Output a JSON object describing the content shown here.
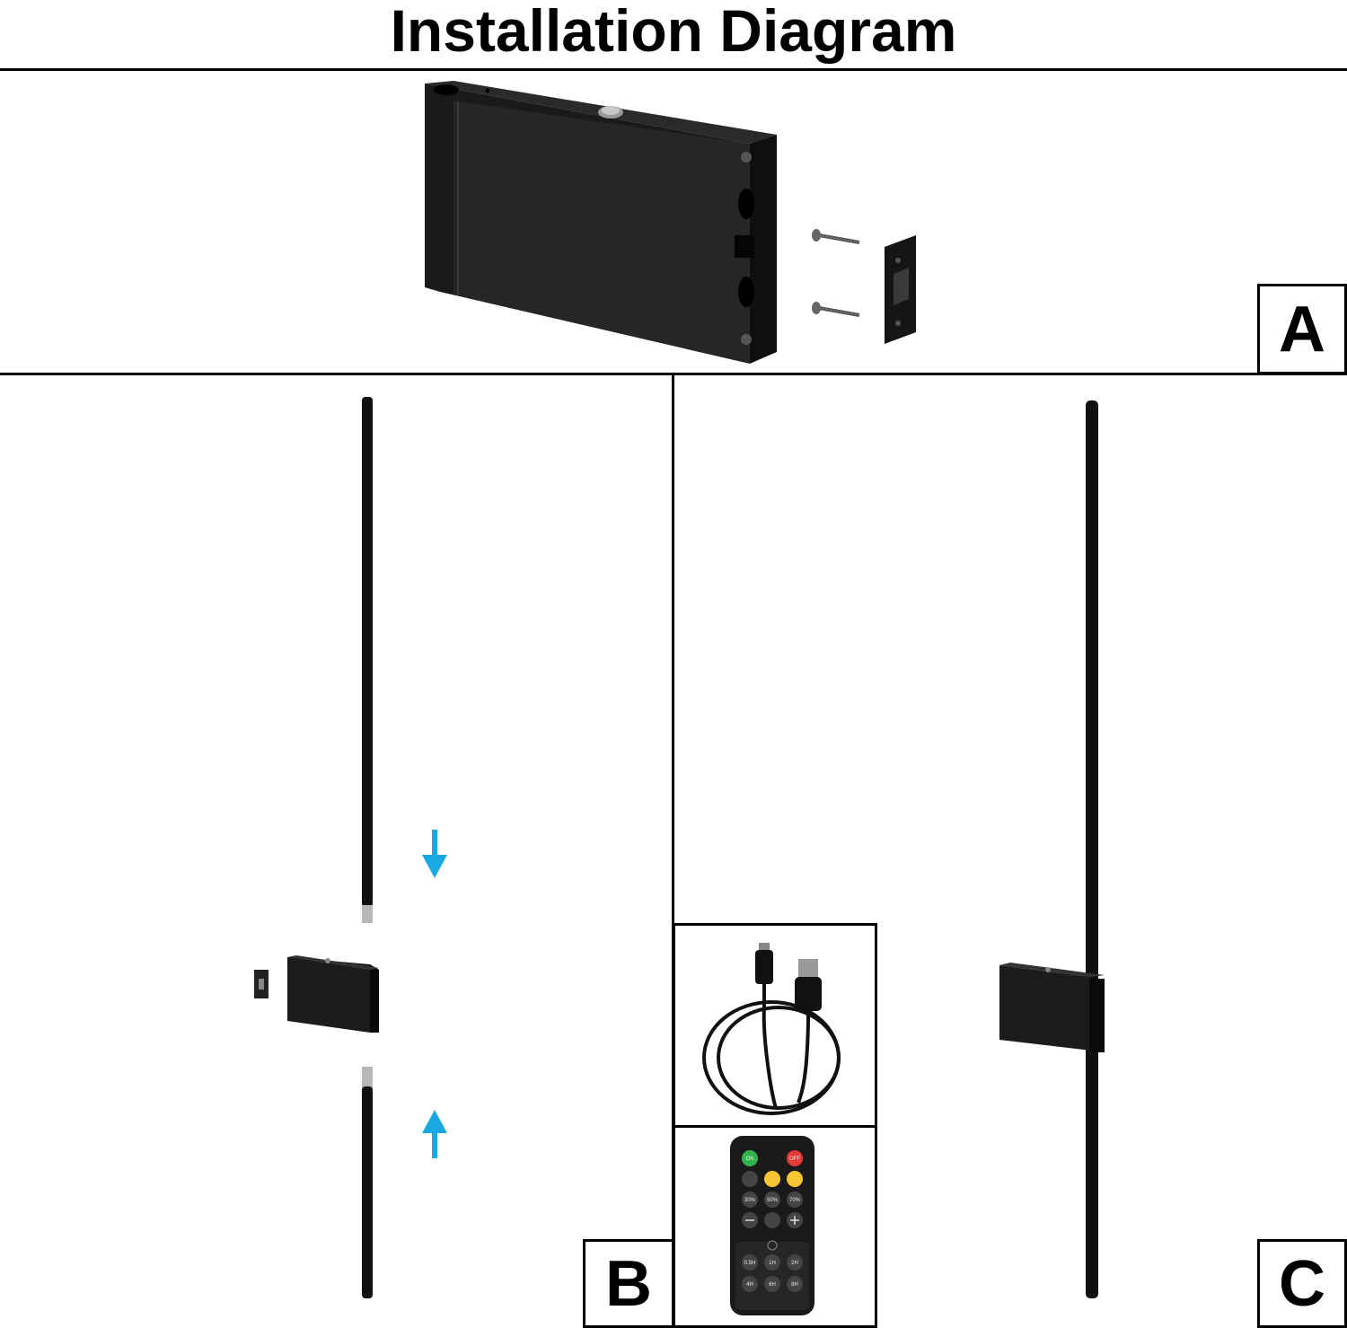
{
  "title": "Installation Diagram",
  "panels": {
    "a": {
      "label": "A"
    },
    "b": {
      "label": "B"
    },
    "c": {
      "label": "C"
    }
  },
  "remote": {
    "buttons": {
      "on": "ON",
      "off": "OFF",
      "b30": "30%",
      "b50": "50%",
      "b70": "70%",
      "t05": "0.5H",
      "t1": "1H",
      "t2": "2H",
      "t4": "4H",
      "t6": "6H",
      "t8": "8H"
    }
  },
  "colors": {
    "arrow": "#19a9e1",
    "on_button": "#2fb34a",
    "off_button": "#e53935",
    "warm_button": "#f7c531"
  }
}
